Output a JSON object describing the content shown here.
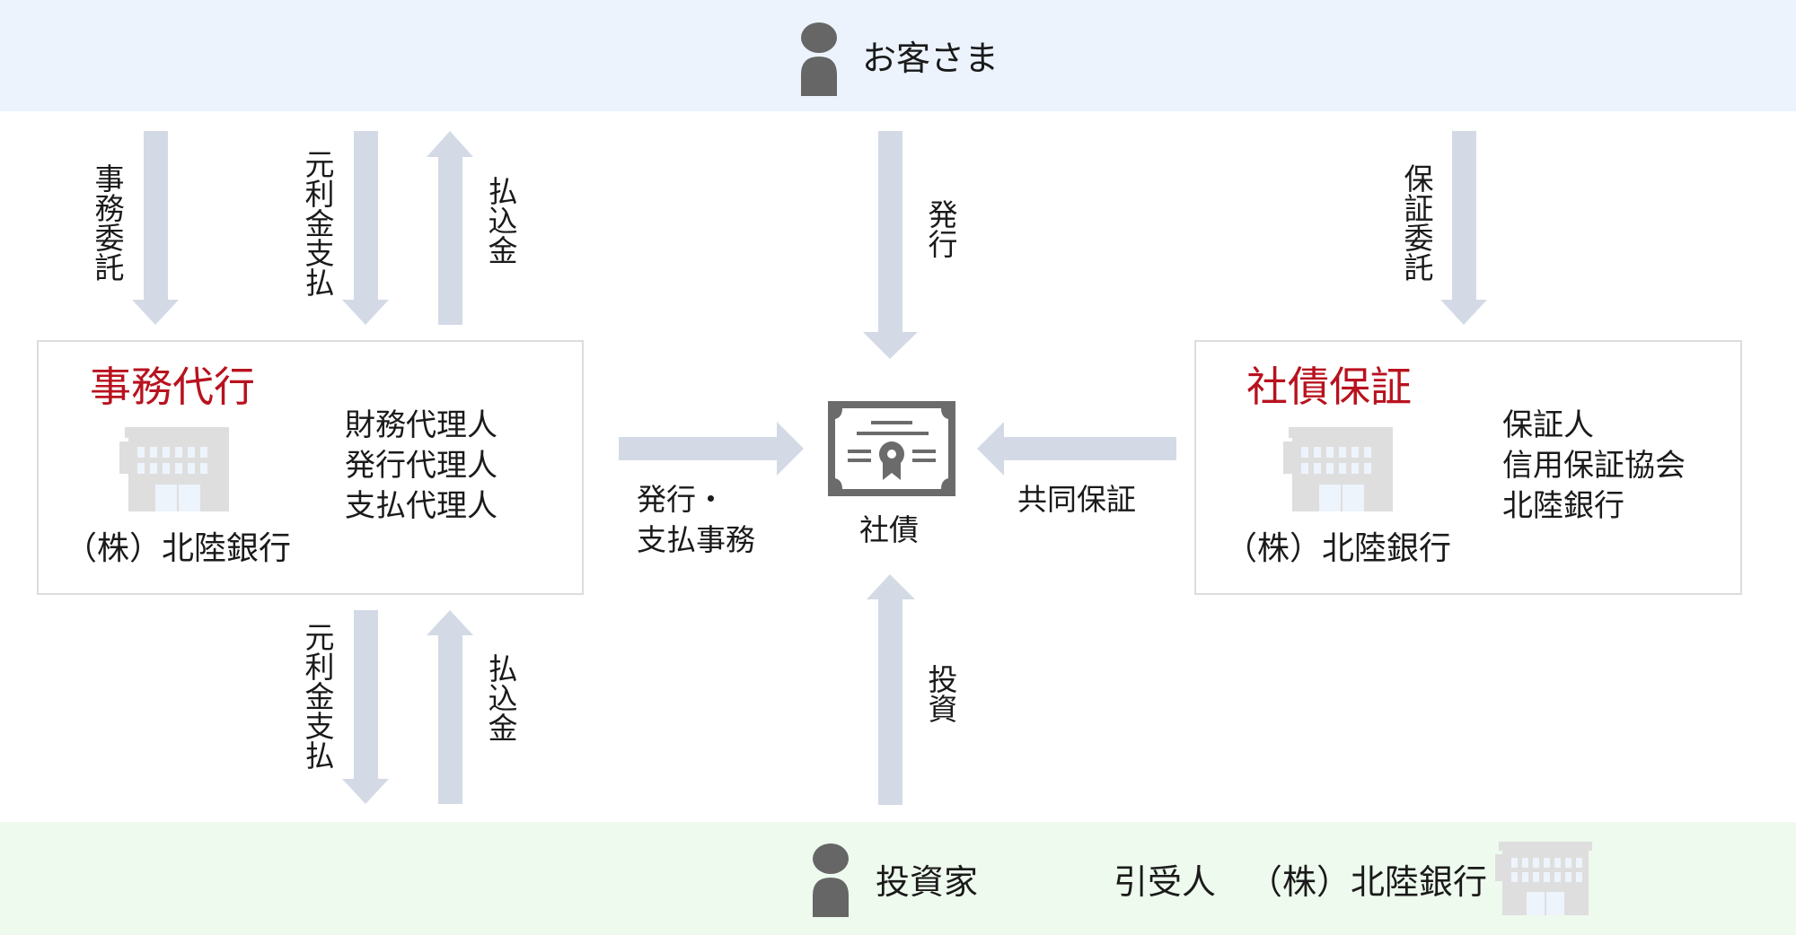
{
  "colors": {
    "top_band": "#ecf3fd",
    "bottom_band": "#eefaee",
    "arrow": "#d3dae6",
    "title_red": "#b8121e",
    "icon_gray": "#666666",
    "building_gray": "#dedede"
  },
  "top": {
    "icon": "person-icon",
    "label": "お客さま"
  },
  "bottom": {
    "investor": {
      "icon": "person-icon",
      "label": "投資家"
    },
    "underwriter": {
      "role": "引受人",
      "name": "（株）北陸銀行",
      "icon": "building-icon"
    }
  },
  "left_box": {
    "title": "事務代行",
    "icon": "building-icon",
    "name": "（株）北陸銀行",
    "roles": [
      "財務代理人",
      "発行代理人",
      "支払代理人"
    ]
  },
  "right_box": {
    "title": "社債保証",
    "icon": "building-icon",
    "name": "（株）北陸銀行",
    "roles": [
      "保証人",
      "信用保証協会",
      "北陸銀行"
    ]
  },
  "center": {
    "icon": "certificate-icon",
    "label": "社債"
  },
  "arrows": {
    "consign_admin": "事務委託",
    "principal_interest_top": "元利金支払",
    "payment_in_top": "払込金",
    "issue": "発行",
    "guarantee_consign": "保証委託",
    "issue_payment_admin_line1": "発行・",
    "issue_payment_admin_line2": "支払事務",
    "joint_guarantee": "共同保証",
    "investment": "投資",
    "principal_interest_bottom": "元利金支払",
    "payment_in_bottom": "払込金"
  }
}
